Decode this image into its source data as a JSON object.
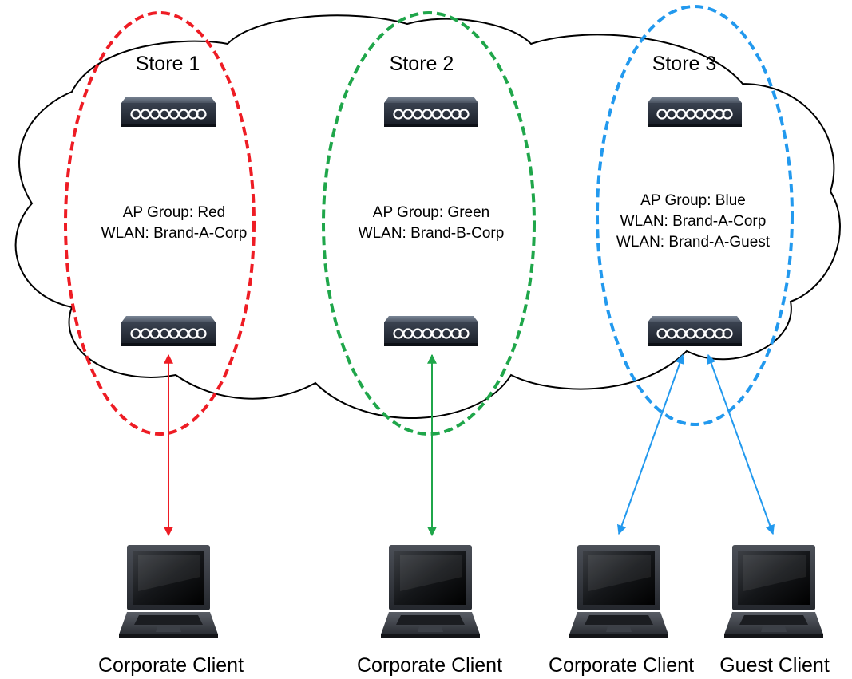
{
  "stores": [
    {
      "title": "Store 1",
      "color": "#ee1c24",
      "info": [
        "AP Group: Red",
        "WLAN: Brand-A-Corp"
      ]
    },
    {
      "title": "Store 2",
      "color": "#1fa64a",
      "info": [
        "AP Group: Green",
        "WLAN: Brand-B-Corp"
      ]
    },
    {
      "title": "Store 3",
      "color": "#2299ee",
      "info": [
        "AP Group: Blue",
        "WLAN: Brand-A-Corp",
        "WLAN: Brand-A-Guest"
      ]
    }
  ],
  "clients": [
    {
      "label": "Corporate Client",
      "store": "Store 1"
    },
    {
      "label": "Corporate Client",
      "store": "Store 2"
    },
    {
      "label": "Corporate Client",
      "store": "Store 3"
    },
    {
      "label": "Guest Client",
      "store": "Store 3"
    }
  ],
  "icons": {
    "access_point": "access-point-icon",
    "laptop": "laptop-icon",
    "cloud": "cloud-shape"
  }
}
